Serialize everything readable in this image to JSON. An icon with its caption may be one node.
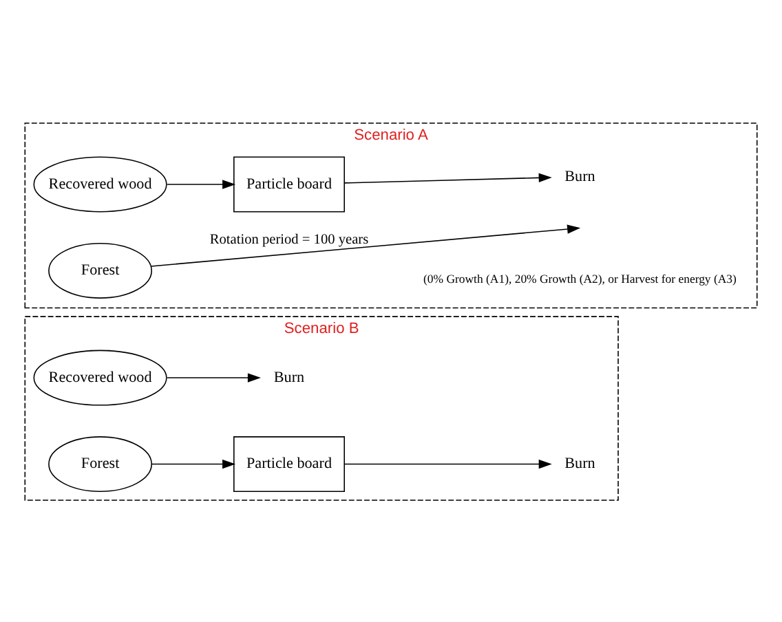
{
  "diagram": {
    "nodes": [
      {
        "text": [
          "Scenario A"
        ]
      },
      {
        "text": [
          "Recovered wood"
        ],
        "in": 0
      },
      {
        "text": [
          "Particle board"
        ],
        "in": 0
      },
      {
        "text": [
          "Burn"
        ],
        "in": 0
      },
      {
        "text": [
          "Forest"
        ],
        "in": 0
      },
      {
        "text": [
          "Scenario B"
        ]
      },
      {
        "text": [
          "Recovered wood"
        ],
        "in": 5
      },
      {
        "text": [
          "Burn"
        ],
        "in": 5
      },
      {
        "text": [
          "Forest"
        ],
        "in": 5
      },
      {
        "text": [
          "Particle board"
        ],
        "in": 5
      },
      {
        "text": [
          "Burn"
        ],
        "in": 5
      }
    ],
    "edges": [
      {
        "from": 1,
        "to": 2,
        "arrow": "to"
      },
      {
        "from": 2,
        "to": 3,
        "arrow": "to"
      },
      {
        "from": 4,
        "to": null,
        "arrow": "to",
        "label": "Rotation period = 100 years"
      },
      {
        "from": 6,
        "to": 7,
        "arrow": "to"
      },
      {
        "from": 8,
        "to": 9,
        "arrow": "to"
      },
      {
        "from": 9,
        "to": 10,
        "arrow": "to"
      }
    ],
    "labels": [
      "(0% Growth (A1), 20% Growth (A2), or Harvest for energy (A3)"
    ]
  }
}
